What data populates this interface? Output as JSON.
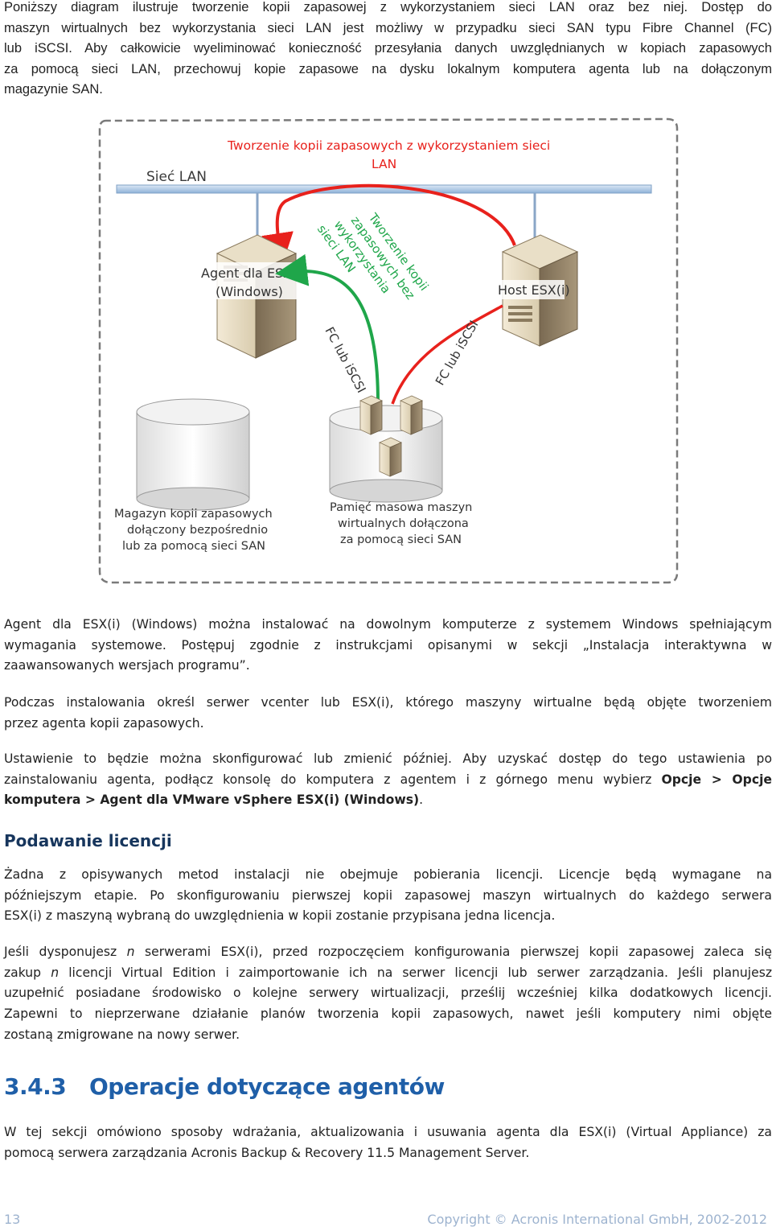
{
  "intro": {
    "p1_line1": "Poniższy diagram ilustruje tworzenie kopii zapasowej z wykorzystaniem sieci LAN oraz bez niej. Dostęp do",
    "p1_line2": "maszyn wirtualnych bez wykorzystania sieci LAN jest możliwy w przypadku sieci SAN typu Fibre Channel (FC)",
    "p1_line3": "lub iSCSI. Aby całkowicie wyeliminować konieczność przesyłania danych uwzględnianych w kopiach zapasowych",
    "p1_line4": "za pomocą sieci LAN, przechowuj kopie zapasowe na dysku lokalnym komputera agenta lub na dołączonym",
    "p1_line5": "magazynie SAN."
  },
  "diagram": {
    "network_label": "Sieć LAN",
    "lan_backup_title_1": "Tworzenie kopii zapasowych z wykorzystaniem sieci",
    "lan_backup_title_2": "LAN",
    "agent_label_1": "Agent dla ESX(i)",
    "agent_label_2": "(Windows)",
    "host_label": "Host ESX(i)",
    "lanfree_1": "Tworzenie kopii",
    "lanfree_2": "zapasowych bez",
    "lanfree_3": "wykorzystania",
    "lanfree_4": "sieci LAN",
    "fc_left": "FC lub iSCSI",
    "fc_right": "FC lub iSCSI",
    "storage_1": "Magazyn kopii zapasowych",
    "storage_2": "dołączony bezpośrednio",
    "storage_3": "lub za pomocą sieci SAN",
    "vmstore_1": "Pamięć masowa maszyn",
    "vmstore_2": "wirtualnych dołączona",
    "vmstore_3": "za pomocą sieci SAN",
    "colors": {
      "red": "#e8211c",
      "green": "#1fa64a",
      "lan_bar": "#a9c6e5"
    }
  },
  "body": {
    "p2_line1": "Agent dla ESX(i) (Windows) można instalować na dowolnym komputerze z systemem Windows spełniającym",
    "p2_line2": "wymagania systemowe. Postępuj zgodnie z instrukcjami opisanymi w sekcji „Instalacja interaktywna w",
    "p2_line3": "zaawansowanych wersjach programu”.",
    "p3_line1": "Podczas instalowania określ serwer vcenter lub ESX(i), którego maszyny wirtualne będą objęte tworzeniem",
    "p3_line2": "przez agenta kopii zapasowych.",
    "p4_line1": "Ustawienie to będzie można skonfigurować lub zmienić później. Aby uzyskać dostęp do tego ustawienia po",
    "p4_line2a": "zainstalowaniu agenta, podłącz konsolę do komputera z agentem i z górnego menu wybierz ",
    "p4_line2b": "Opcje > Opcje",
    "p4_line3a": "komputera > Agent dla VMware vSphere ESX(i) (Windows)",
    "p4_line3b": ".",
    "heading_license": "Podawanie licencji",
    "p5_line1": "Żadna z opisywanych metod instalacji nie obejmuje pobierania licencji. Licencje będą wymagane na",
    "p5_line2": "późniejszym etapie. Po skonfigurowaniu pierwszej kopii zapasowej maszyn wirtualnych do każdego serwera",
    "p5_line3": "ESX(i) z maszyną wybraną do uwzględnienia w kopii zostanie przypisana jedna licencja.",
    "p6_line1a": "Jeśli dysponujesz ",
    "p6_line1n": "n",
    "p6_line1b": " serwerami ESX(i), przed rozpoczęciem konfigurowania pierwszej kopii zapasowej zaleca się",
    "p6_line2a": "zakup ",
    "p6_line2n": "n",
    "p6_line2b": " licencji Virtual Edition i zaimportowanie ich na serwer licencji lub serwer zarządzania. Jeśli planujesz",
    "p6_line3": "uzupełnić posiadane środowisko o kolejne serwery wirtualizacji, prześlij wcześniej kilka dodatkowych licencji.",
    "p6_line4": "Zapewni to nieprzerwane działanie planów tworzenia kopii zapasowych, nawet jeśli komputery nimi objęte",
    "p6_line5": "zostaną zmigrowane na nowy serwer.",
    "section_number": "3.4.3",
    "section_title": "Operacje dotyczące agentów",
    "p7_line1": "W tej sekcji omówiono sposoby wdrażania, aktualizowania i usuwania agenta dla ESX(i) (Virtual Appliance) za",
    "p7_line2": "pomocą serwera zarządzania Acronis Backup & Recovery 11.5 Management Server."
  },
  "footer": {
    "page_number": "13",
    "copyright": "Copyright © Acronis International GmbH, 2002-2012"
  }
}
